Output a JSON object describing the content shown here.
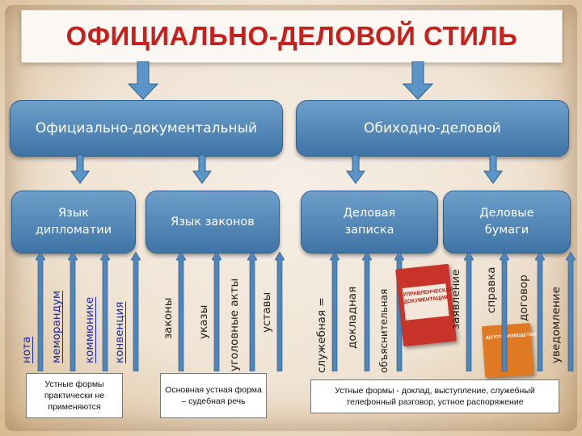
{
  "title": "ОФИЦИАЛЬНО-ДЕЛОВОЙ СТИЛЬ",
  "categories": [
    {
      "label": "Официально-документальный"
    },
    {
      "label": "Обиходно-деловой"
    }
  ],
  "subcategories": [
    {
      "label": "Язык дипломатии"
    },
    {
      "label": "Язык законов"
    },
    {
      "label": "Деловая записка"
    },
    {
      "label": "Деловые бумаги"
    }
  ],
  "genres": {
    "diplomacy": [
      "нота",
      "меморандум",
      "коммюнике",
      "конвенция"
    ],
    "laws": [
      "законы",
      "указы",
      "уголовные   акты",
      "уставы"
    ],
    "note": [
      "служебная  =",
      "докладная",
      "объяснительная"
    ],
    "papers": [
      "заявление",
      "справка",
      "договор",
      "уведомление"
    ]
  },
  "notes": {
    "diplomacy": "Устные формы практически не применяются",
    "laws": "Основная устная форма – судебная речь",
    "business": "Устные формы - доклад, выступление, служебный телефонный разговор, устное распоряжение"
  },
  "books": {
    "book1": "УПРАВЛЕНЧЕСКАЯ ДОКУМЕНТАЦИЯ",
    "book2": "ДЕЛОПРОИЗВОДСТВО"
  },
  "colors": {
    "title": "#c8201c",
    "box": "#4f85b8",
    "book_red": "#c8342a",
    "book_orange": "#e07a22"
  }
}
